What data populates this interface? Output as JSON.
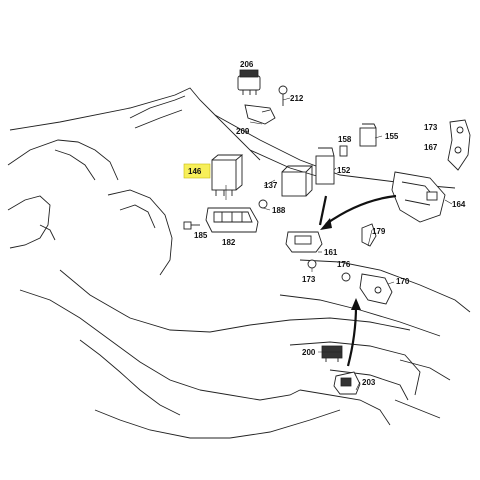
{
  "highlight": {
    "label": "146",
    "color": "#f7ef5a"
  },
  "labels": {
    "l206": "206",
    "l212": "212",
    "l209": "209",
    "l158": "158",
    "l155": "155",
    "l173a": "173",
    "l167": "167",
    "l146": "146",
    "l137": "137",
    "l152": "152",
    "l164": "164",
    "l188": "188",
    "l185": "185",
    "l182": "182",
    "l161": "161",
    "l179": "179",
    "l173b": "173",
    "l176": "176",
    "l170": "170",
    "l200": "200",
    "l203": "203"
  }
}
